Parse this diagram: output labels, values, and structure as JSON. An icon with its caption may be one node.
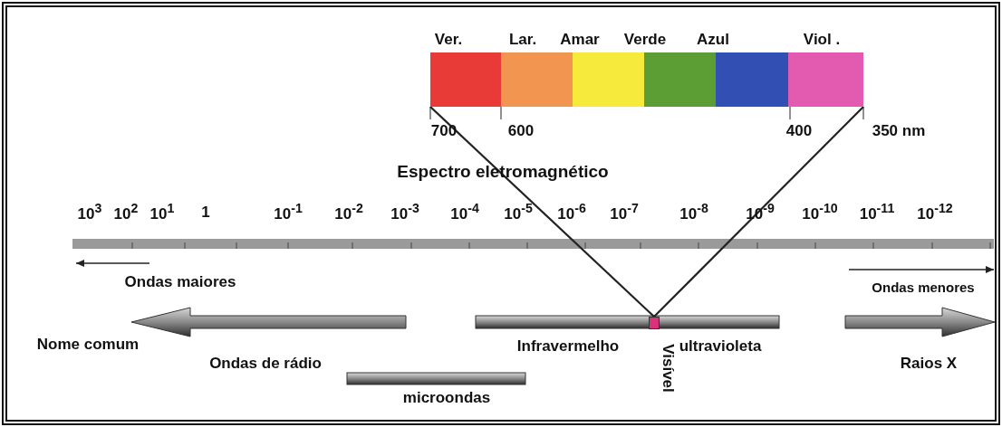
{
  "diagram": {
    "title": "Espectro eletromagnético",
    "nodes": [
      {
        "text": [],
        "shape": "bar",
        "beside": [
          "Ver.",
          "Lar.",
          "Amar",
          "Verde",
          "Azul",
          "Viol ."
        ]
      },
      {
        "text": [],
        "shape": "bar",
        "beside": [
          "Visível"
        ]
      }
    ],
    "edges": [
      {
        "from": 0,
        "to": 1,
        "arrow": "none"
      },
      {
        "from": 0,
        "to": 1,
        "arrow": "none"
      }
    ],
    "labels": [
      "700",
      "600",
      "400",
      "350 nm",
      "10$^{3}$",
      "10$^{2}$",
      "10$^{1}$",
      "1",
      "10$^{-1}$",
      "10$^{-2}$",
      "10$^{-3}$",
      "10$^{-4}$",
      "10$^{-5}$",
      "10$^{-6}$",
      "10$^{-7}$",
      "10$^{-8}$",
      "10$^{-9}$",
      "10$^{-10}$",
      "10$^{-11}$",
      "10$^{-12}$",
      "Ondas maiores",
      "Ondas menores",
      "Nome comum",
      "Infravermelho",
      "ultravioleta",
      "Ondas de rádio",
      "Raios X",
      "microondas"
    ]
  }
}
